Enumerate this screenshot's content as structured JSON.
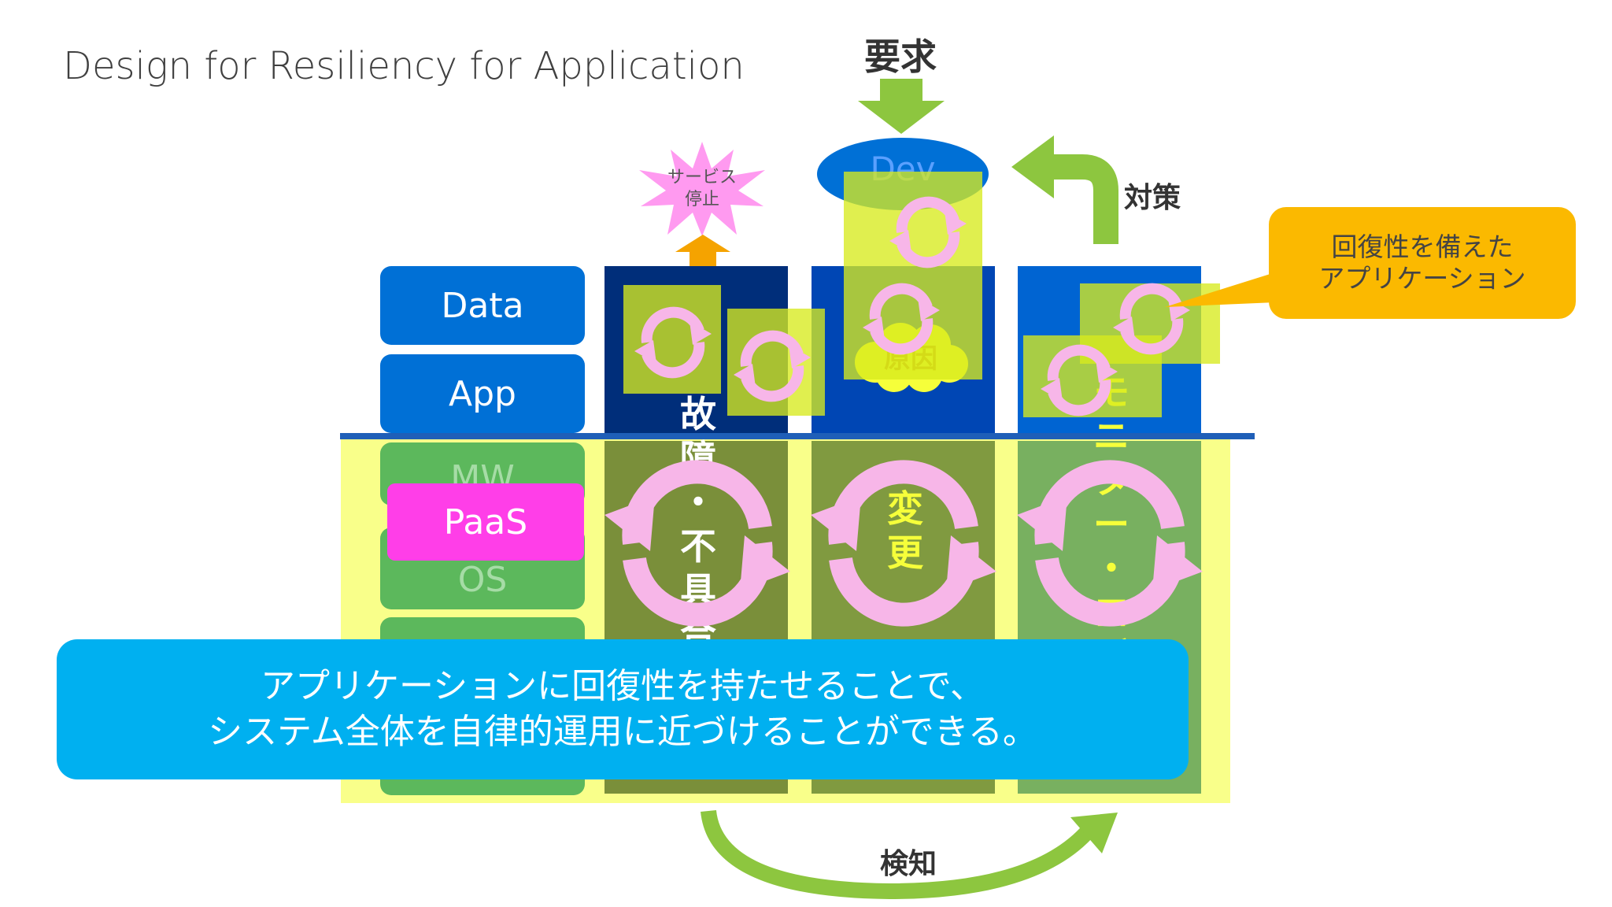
{
  "slide": {
    "title": "Design for Resiliency for Application",
    "request_label": "要求",
    "countermeasure_label": "対策",
    "detect_label": "検知",
    "service_stop_lines": [
      "サービス",
      "停止"
    ],
    "dev_label": "Dev",
    "cause_label": "原因",
    "layers": [
      "Data",
      "App",
      "MW",
      "OS"
    ],
    "paas_label": "PaaS",
    "columns": [
      {
        "label": "故障・不具合"
      },
      {
        "label": "変更"
      },
      {
        "label": "モニター・ログ"
      }
    ],
    "callout_lines": [
      "回復性を備えた",
      "アプリケーション"
    ],
    "banner_lines": [
      "アプリケーションに回復性を持たせることで、",
      "システム全体を自律的運用に近づけることができる。"
    ]
  },
  "colors": {
    "title": "#404040",
    "layer_blue": "#0070d6",
    "layer_green": "#5cb85c",
    "paas": "#ff3ee8",
    "column_dark": "#002e7a",
    "column_mid": "#0046b4",
    "column_right": "#0064d2",
    "arrow_green": "#8dc63f",
    "arrow_orange": "#f5a300",
    "cycle_pink": "#f7b6e8",
    "overlay_yellow": "#e8ff3a",
    "callout": "#fbb900",
    "banner": "#00b0f0",
    "dev_ellipse": "#0070d6",
    "starburst": "#ff9af0"
  },
  "icons": [
    "down-arrow-icon",
    "up-arrow-icon",
    "curved-arrow-icon",
    "cycle-arrows-icon",
    "starburst-icon",
    "cloud-icon"
  ]
}
